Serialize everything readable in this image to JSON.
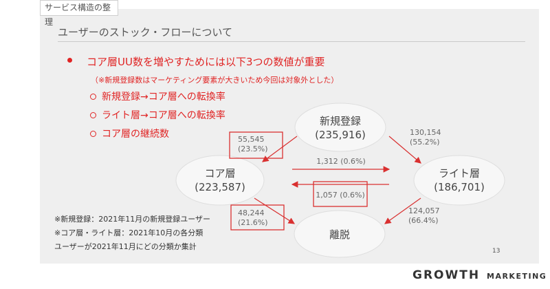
{
  "tag": "サービス構造の整理",
  "title": "ユーザーのストック・フローについて",
  "main_point": "コア層UU数を増やすためには以下3つの数値が重要",
  "note": "（※新規登録数はマーケティング要素が大きいため今回は対象外とした）",
  "sub_points": [
    "新規登録→コア層への転換率",
    "ライト層→コア層への転換率",
    "コア層の継続数"
  ],
  "nodes": {
    "new": {
      "name": "新規登録",
      "value": "(235,916)"
    },
    "core": {
      "name": "コア層",
      "value": "(223,587)"
    },
    "light": {
      "name": "ライト層",
      "value": "(186,701)"
    },
    "churn": {
      "name": "離脱"
    }
  },
  "edges": {
    "new_to_core": {
      "count": "55,545",
      "rate": "(23.5%)"
    },
    "new_to_light": {
      "count": "130,154",
      "rate": "(55.2%)"
    },
    "core_to_light": {
      "label": "1,312 (0.6%)"
    },
    "light_to_core": {
      "label": "1,057 (0.6%)"
    },
    "core_to_churn": {
      "count": "48,244",
      "rate": "(21.6%)"
    },
    "light_to_churn": {
      "count": "124,057",
      "rate": "(66.4%)"
    }
  },
  "footnotes": [
    "※新規登録：2021年11月の新規登録ユーザー",
    "※コア層・ライト層：2021年10月の各分類",
    "ユーザーが2021年11月にどの分類か集計"
  ],
  "page_number": "13",
  "logo": {
    "main": "GROWTH",
    "sub": "MARKETING"
  },
  "colors": {
    "accent": "#e02424",
    "node_fill": "#f7f7f7",
    "arrow": "#d93030"
  }
}
